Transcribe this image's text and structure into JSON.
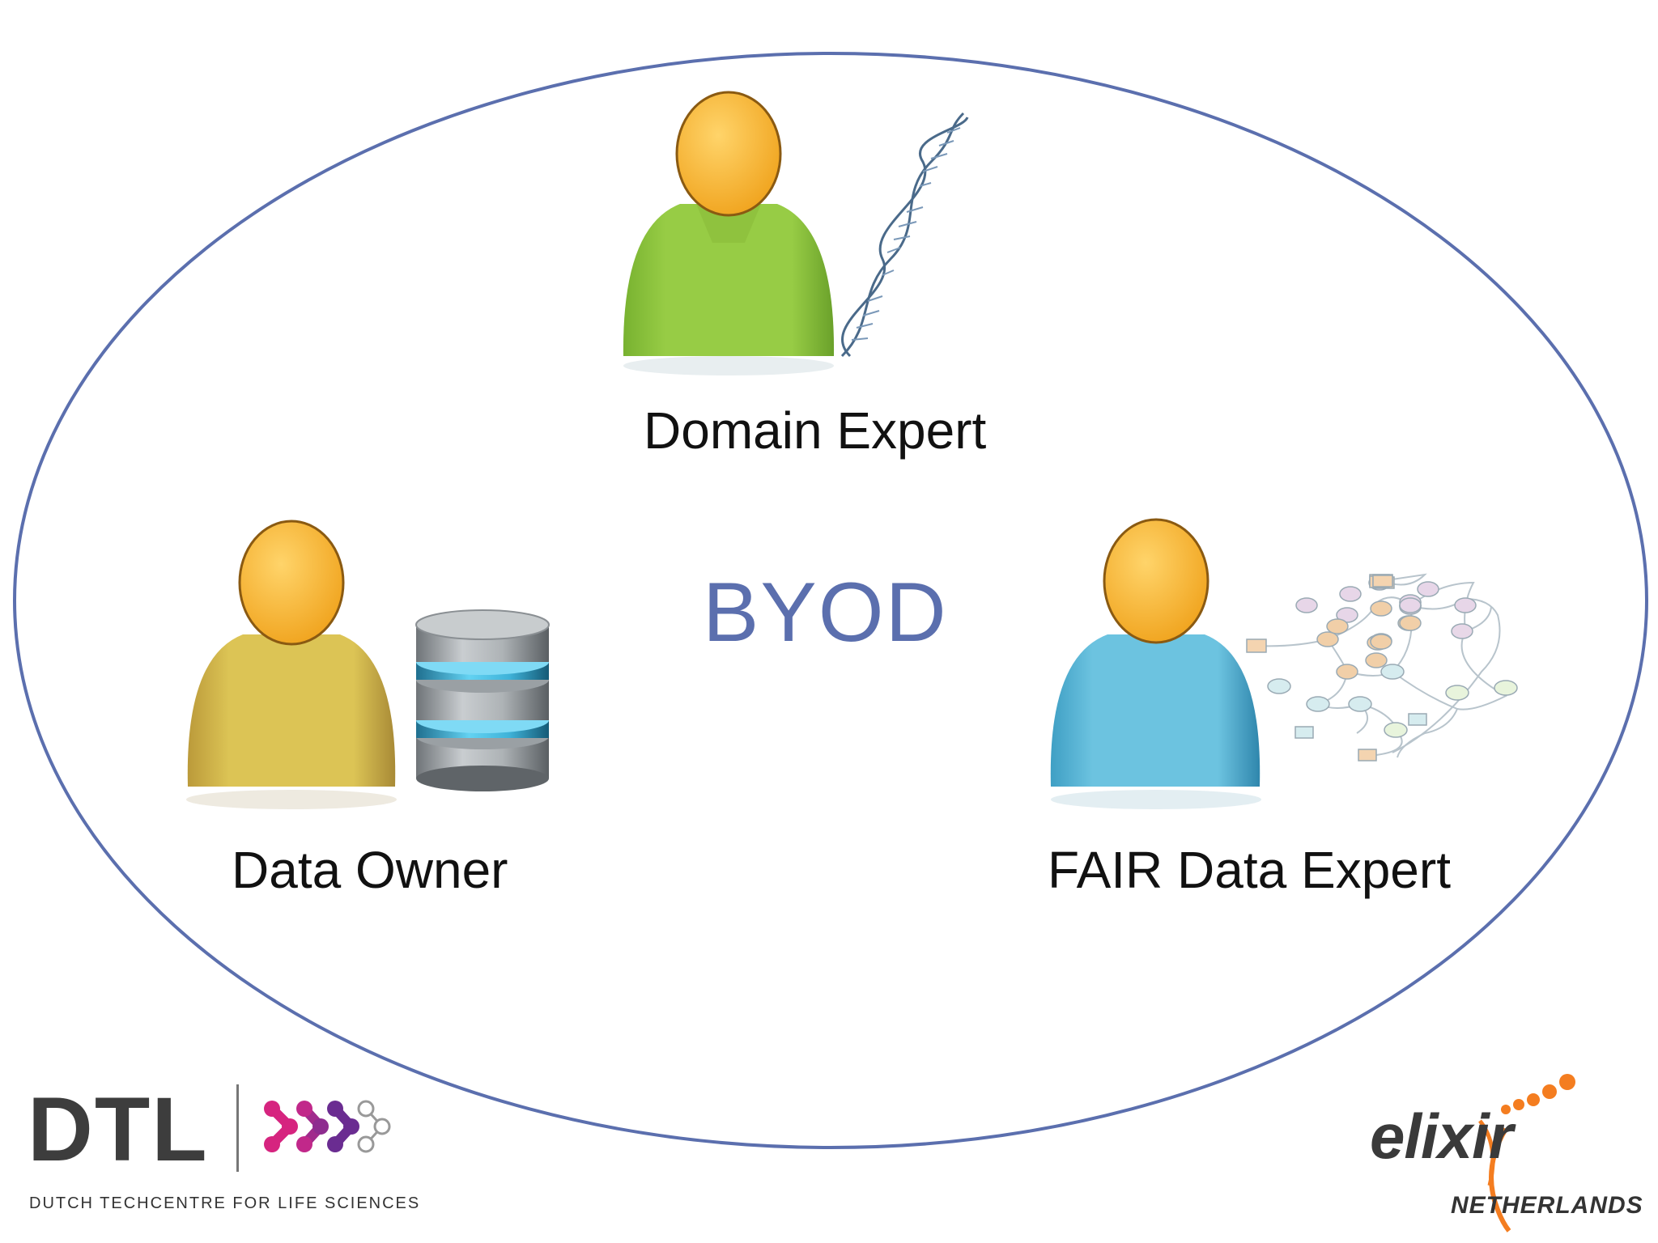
{
  "diagram": {
    "center_title": "BYOD",
    "roles": {
      "domain_expert": "Domain Expert",
      "data_owner": "Data Owner",
      "fair_data_expert": "FAIR Data Expert"
    }
  },
  "logos": {
    "dtl": {
      "wordmark": "DTL",
      "tagline": "DUTCH TECHCENTRE FOR LIFE SCIENCES"
    },
    "elixir": {
      "wordmark": "elixir",
      "subtitle": "NETHERLANDS"
    }
  },
  "colors": {
    "ellipse": "#5b6fae",
    "title": "#5b6fae",
    "head": "#f5b62e",
    "domain_body": "#8cc63e",
    "owner_body": "#d4ba45",
    "fair_body": "#5cb8d8",
    "dtl_magenta": "#d6247f",
    "dtl_purple": "#6a2c91",
    "elixir_orange": "#f47d20"
  },
  "icons": {
    "domain": "dna-helix-icon",
    "owner": "database-icon",
    "fair": "network-graph-icon"
  }
}
